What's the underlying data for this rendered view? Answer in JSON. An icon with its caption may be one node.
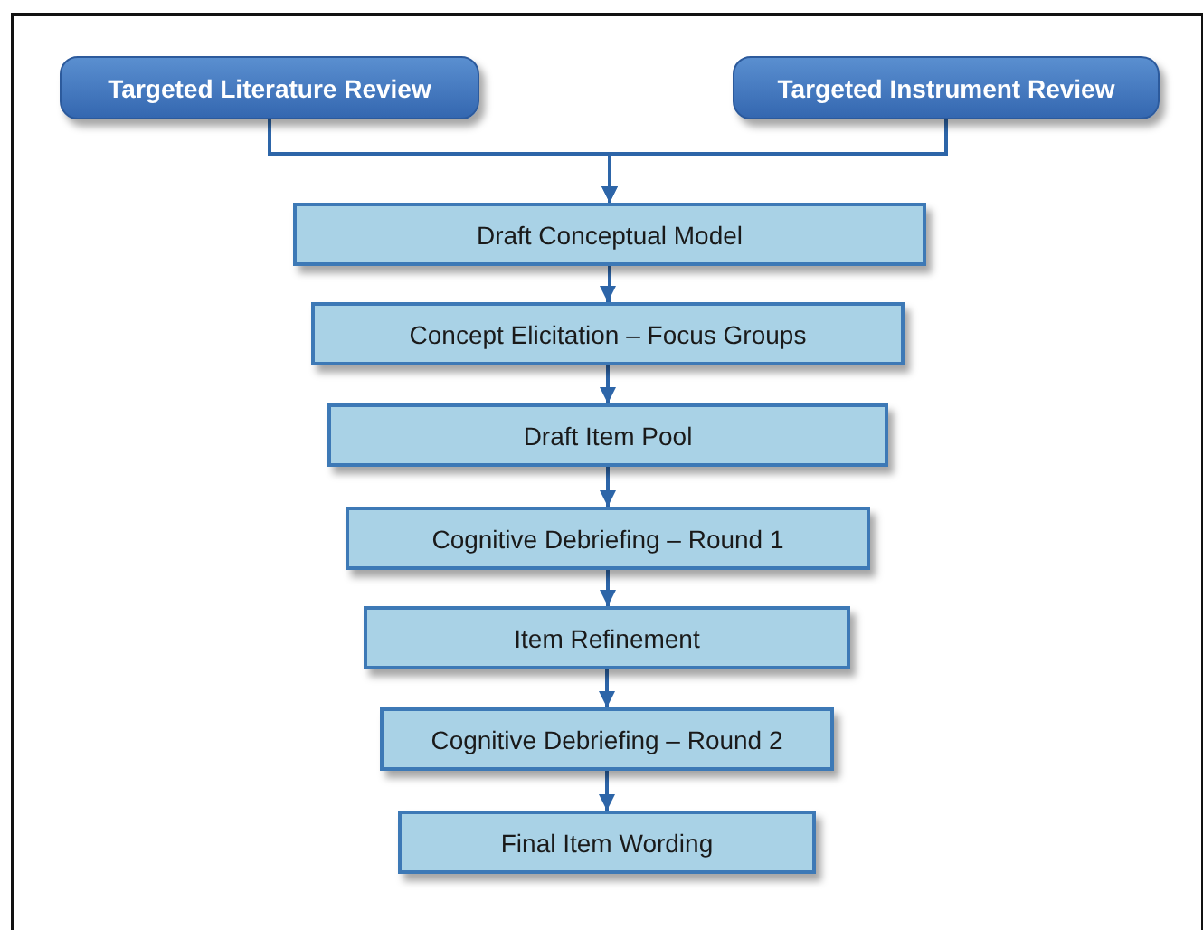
{
  "diagram": {
    "nodes": [
      {
        "text": [
          "Targeted Literature Review"
        ]
      },
      {
        "text": [
          "Targeted Instrument Review"
        ]
      },
      {
        "text": [
          "Draft Conceptual Model"
        ]
      },
      {
        "text": [
          "Concept Elicitation – Focus Groups"
        ]
      },
      {
        "text": [
          "Draft Item Pool"
        ]
      },
      {
        "text": [
          "Cognitive Debriefing – Round 1"
        ]
      },
      {
        "text": [
          "Item Refinement"
        ]
      },
      {
        "text": [
          "Cognitive Debriefing – Round 2"
        ]
      },
      {
        "text": [
          "Final Item Wording"
        ]
      }
    ],
    "edges": [
      {
        "from": 0,
        "to": 2,
        "arrow": "to"
      },
      {
        "from": 1,
        "to": 2,
        "arrow": "to"
      },
      {
        "from": 2,
        "to": 3,
        "arrow": "to"
      },
      {
        "from": 3,
        "to": 4,
        "arrow": "to"
      },
      {
        "from": 4,
        "to": 5,
        "arrow": "to"
      },
      {
        "from": 5,
        "to": 6,
        "arrow": "to"
      },
      {
        "from": 6,
        "to": 7,
        "arrow": "to"
      },
      {
        "from": 7,
        "to": 8,
        "arrow": "to"
      }
    ]
  }
}
